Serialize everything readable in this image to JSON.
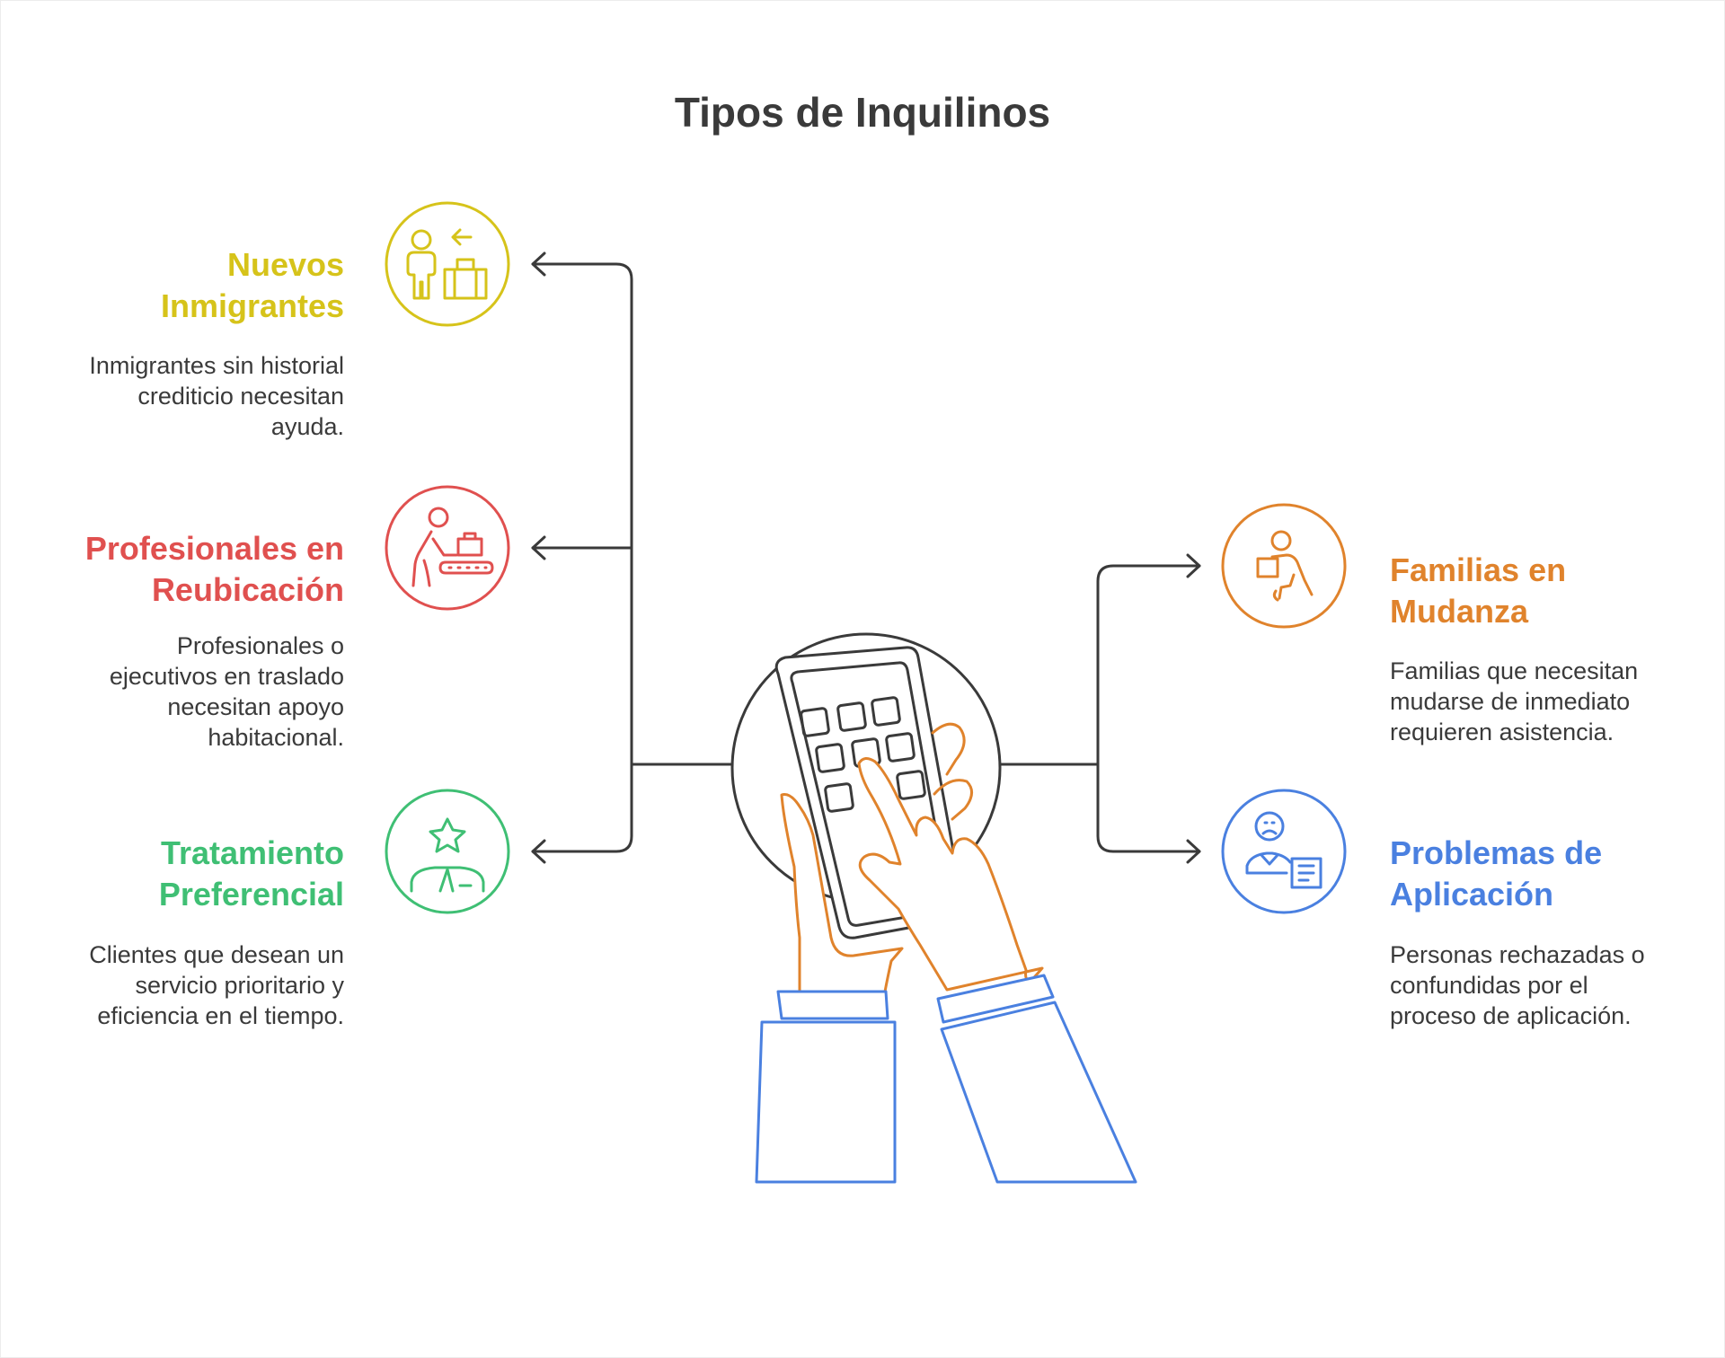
{
  "title": "Tipos de Inquilinos",
  "colors": {
    "connector": "#3a3a3a",
    "yellow": "#d6c31a",
    "red": "#e0504f",
    "green": "#3fbf74",
    "orange": "#e0832c",
    "blue": "#4a80e0"
  },
  "items": {
    "nuevos_inmigrantes": {
      "heading": [
        "Nuevos",
        "Inmigrantes"
      ],
      "description": [
        "Inmigrantes sin historial",
        "crediticio necesitan",
        "ayuda."
      ],
      "icon": "immigrant-luggage-icon"
    },
    "profesionales": {
      "heading": [
        "Profesionales en",
        "Reubicación"
      ],
      "description": [
        "Profesionales o",
        "ejecutivos en traslado",
        "necesitan apoyo",
        "habitacional."
      ],
      "icon": "baggage-claim-icon"
    },
    "tratamiento": {
      "heading": [
        "Tratamiento",
        "Preferencial"
      ],
      "description": [
        "Clientes que desean un",
        "servicio prioritario y",
        "eficiencia en el tiempo."
      ],
      "icon": "vip-star-person-icon"
    },
    "familias": {
      "heading": [
        "Familias en",
        "Mudanza"
      ],
      "description": [
        "Familias que necesitan",
        "mudarse de inmediato",
        "requieren asistencia."
      ],
      "icon": "person-carrying-box-icon"
    },
    "problemas": {
      "heading": [
        "Problemas de",
        "Aplicación"
      ],
      "description": [
        "Personas rechazadas o",
        "confundidas por el",
        "proceso de aplicación."
      ],
      "icon": "confused-person-document-icon"
    }
  },
  "center_icon": "hands-holding-phone-icon"
}
